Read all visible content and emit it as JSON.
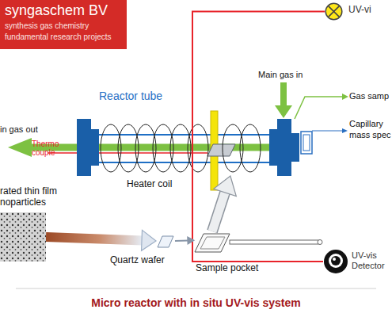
{
  "diagram": {
    "caption": "Micro reactor with in situ UV-vis system",
    "nodes": [
      {
        "text": [
          "syngaschem BV",
          "synthesis gas chemistry",
          "fundamental research projects"
        ]
      },
      {
        "text": [
          "Reactor tube"
        ]
      },
      {
        "text": [
          "UV-vi"
        ]
      },
      {
        "text": [
          "UV-vis Detector"
        ]
      },
      {
        "text": [
          "rated thin film noparticles"
        ]
      },
      {
        "text": [
          "Quartz wafer"
        ]
      },
      {
        "text": [
          "Sample pocket"
        ]
      }
    ],
    "edges": [
      {
        "from": 2,
        "to": 3,
        "arrow": "none"
      },
      {
        "from": 4,
        "to": 5,
        "arrow": "to"
      },
      {
        "from": 5,
        "to": 6,
        "arrow": "to"
      },
      {
        "from": 6,
        "to": 1,
        "arrow": "to"
      }
    ],
    "labels": [
      "in gas out",
      "Thermo couple",
      "Heater coil",
      "Main gas in",
      "Gas samp",
      "Capillary",
      "mass spec"
    ]
  }
}
